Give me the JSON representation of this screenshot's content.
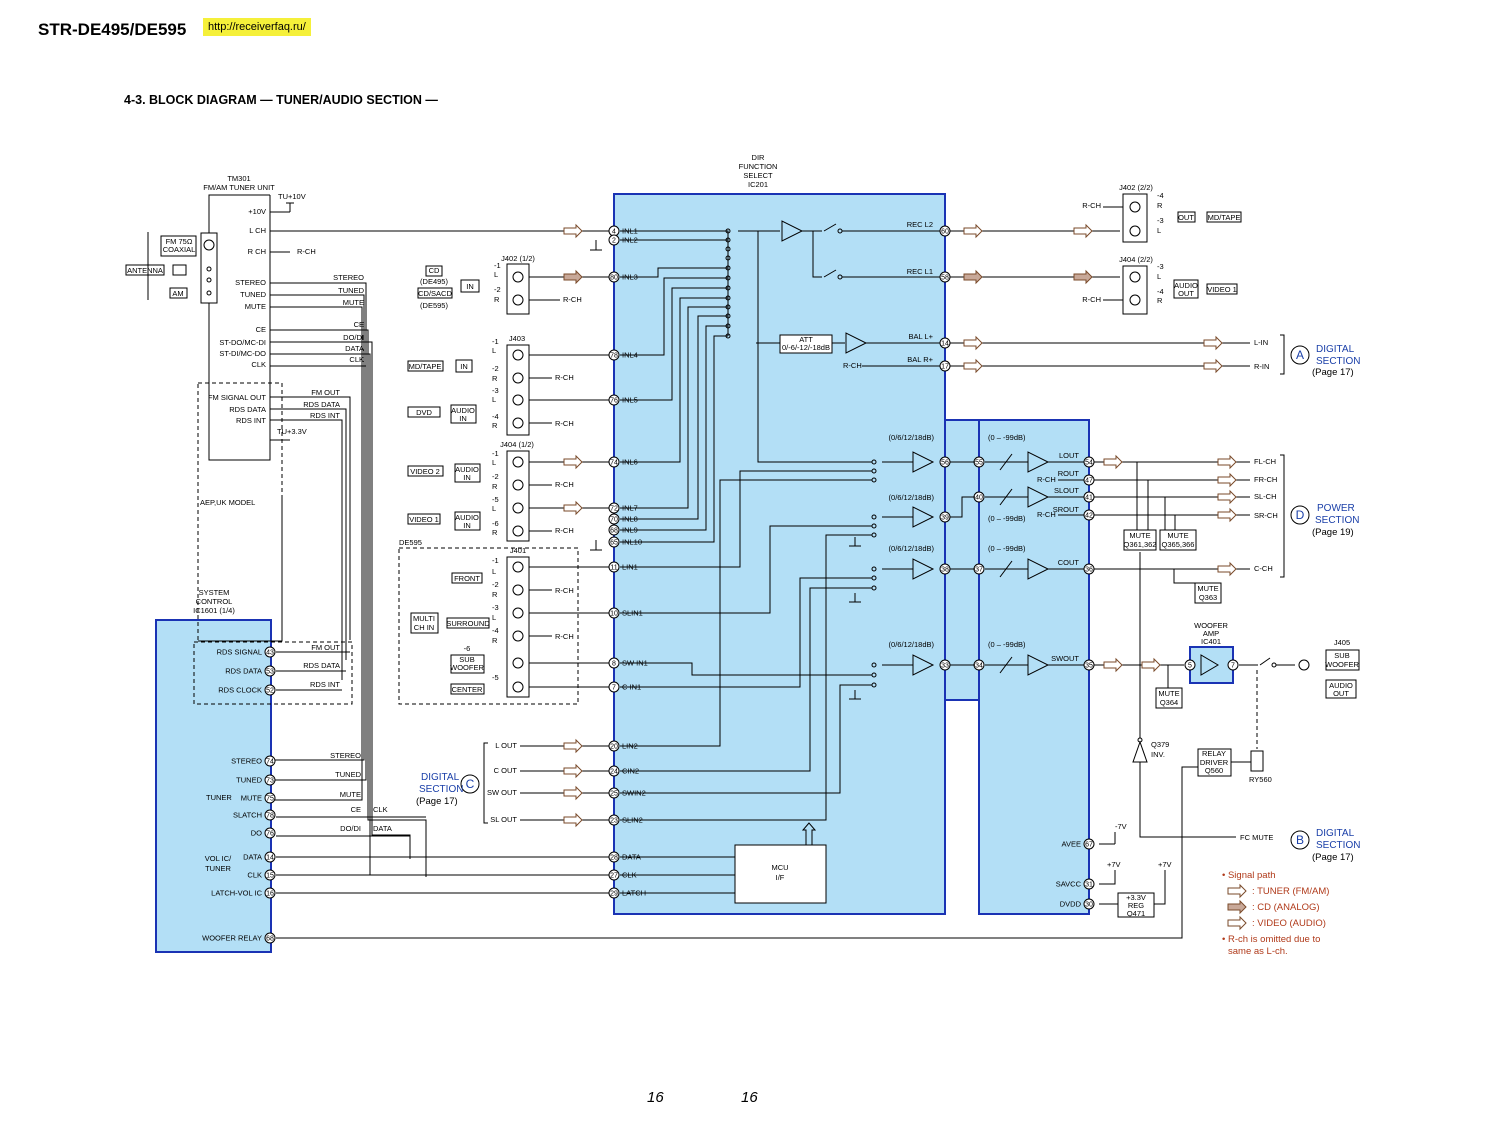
{
  "header": {
    "model": "STR-DE495/DE595",
    "url": "http://receiverfaq.ru/"
  },
  "section_title": "4-3. BLOCK DIAGRAM — TUNER/AUDIO SECTION —",
  "page_numbers": [
    "16",
    "16"
  ],
  "tuner_unit": {
    "title": [
      "TM301",
      "FM/AM TUNER UNIT"
    ],
    "pins": [
      "+10V",
      "L CH",
      "R CH",
      "STEREO",
      "TUNED",
      "MUTE",
      "CE",
      "ST-DO/MC-DI",
      "ST-DI/MC-DO",
      "CLK",
      "FM SIGNAL OUT",
      "RDS DATA",
      "RDS INT"
    ],
    "tu10v": "TU+10V",
    "tu33v": "TU+3.3V",
    "aep_model": "AEP,UK MODEL",
    "antenna": "ANTENNA",
    "fm75": [
      "FM 75Ω",
      "COAXIAL"
    ],
    "am": "AM"
  },
  "dir_ic": {
    "title": [
      "DIR",
      "FUNCTION",
      "SELECT",
      "IC201"
    ]
  },
  "system_control": {
    "title": [
      "SYSTEM",
      "CONTROL",
      "IC1601 (1/4)"
    ],
    "pins": [
      {
        "label": "RDS SIGNAL",
        "num": "43"
      },
      {
        "label": "RDS DATA",
        "num": "53"
      },
      {
        "label": "RDS CLOCK",
        "num": "52"
      },
      {
        "label": "STEREO",
        "num": "74"
      },
      {
        "label": "TUNED",
        "num": "73"
      },
      {
        "label": "MUTE",
        "num": "75"
      },
      {
        "label": "SLATCH",
        "num": "78"
      },
      {
        "label": "DO",
        "num": "76"
      },
      {
        "label": "DATA",
        "num": "14"
      },
      {
        "label": "CLK",
        "num": "15"
      },
      {
        "label": "LATCH-VOL IC",
        "num": "16"
      },
      {
        "label": "WOOFER RELAY",
        "num": "68"
      }
    ],
    "group_tuner": "TUNER",
    "group_vol": [
      "VOL IC/",
      "TUNER"
    ]
  },
  "inputs": {
    "cd": [
      "CD",
      "(DE495)",
      "CD/SACD",
      "(DE595)"
    ],
    "md_tape": "MD/TAPE",
    "dvd": "DVD",
    "video2": "VIDEO 2",
    "video1": "VIDEO 1",
    "in": "IN",
    "audio_in": [
      "AUDIO",
      "IN"
    ],
    "j402": "J402 (1/2)",
    "j403": "J403",
    "j404": "J404 (1/2)",
    "j401": "J401",
    "de595": "DE595",
    "multi_ch_in": [
      "MULTI",
      "CH IN"
    ],
    "front": "FRONT",
    "surround": "SURROUND",
    "sub_woofer": [
      "SUB",
      "WOOFER"
    ],
    "center": "CENTER",
    "rch": "R-CH"
  },
  "dir_pins": [
    {
      "label": "INL1",
      "num": "4"
    },
    {
      "label": "INL2",
      "num": "2"
    },
    {
      "label": "INL3",
      "num": "80"
    },
    {
      "label": "INL4",
      "num": "78"
    },
    {
      "label": "INL5",
      "num": "76"
    },
    {
      "label": "INL6",
      "num": "74"
    },
    {
      "label": "INL7",
      "num": "72"
    },
    {
      "label": "INL8",
      "num": "70"
    },
    {
      "label": "INL9",
      "num": "68"
    },
    {
      "label": "INL10",
      "num": "65"
    },
    {
      "label": "LIN1",
      "num": "11"
    },
    {
      "label": "SLIN1",
      "num": "10"
    },
    {
      "label": "SW IN1",
      "num": "8"
    },
    {
      "label": "C IN1",
      "num": "7"
    },
    {
      "label": "LIN2",
      "num": "20"
    },
    {
      "label": "CIN2",
      "num": "24"
    },
    {
      "label": "SWIN2",
      "num": "25"
    },
    {
      "label": "SLIN2",
      "num": "23"
    },
    {
      "label": "DATA",
      "num": "28"
    },
    {
      "label": "CLK",
      "num": "27"
    },
    {
      "label": "LATCH",
      "num": "29"
    }
  ],
  "dir_right_pins": [
    {
      "label": "REC L2",
      "num": "60"
    },
    {
      "label": "REC L1",
      "num": "58"
    },
    {
      "label": "BAL L+",
      "num": "14"
    },
    {
      "label": "BAL R+",
      "num": "17"
    },
    {
      "label": "AVEE",
      "num": "67"
    },
    {
      "label": "SAVCC",
      "num": "31"
    },
    {
      "label": "DVDD",
      "num": "30"
    }
  ],
  "dir_inner": {
    "att": [
      "ATT",
      "0/-6/-12/-18dB"
    ],
    "gain": "(0/6/12/18dB)",
    "mcu": [
      "MCU",
      "I/F"
    ],
    "vol": "(0 – -99dB)"
  },
  "outputs": {
    "j402_22": "J402 (2/2)",
    "j404_22": "J404 (2/2)",
    "out": "OUT",
    "md_tape": "MD/TAPE",
    "audio_out": [
      "AUDIO",
      "OUT"
    ],
    "video1": "VIDEO 1",
    "lin": "L-IN",
    "rin": "R-IN",
    "lout": "LOUT",
    "rout": "ROUT",
    "slout": "SLOUT",
    "srout": "SROUT",
    "cout": "COUT",
    "swout": "SWOUT",
    "flch": "FL-CH",
    "frch": "FR-CH",
    "slch": "SL-CH",
    "srch": "SR-CH",
    "cch": "C-CH",
    "mute1": [
      "MUTE",
      "Q361,362"
    ],
    "mute2": [
      "MUTE",
      "Q365,366"
    ],
    "mute3": [
      "MUTE",
      "Q363"
    ],
    "mute4": [
      "MUTE",
      "Q364"
    ],
    "woofer_amp": [
      "WOOFER",
      "AMP",
      "IC401"
    ],
    "j405": "J405",
    "sub_woofer": [
      "SUB",
      "WOOFER"
    ],
    "q379": [
      "Q379",
      "INV."
    ],
    "relay": [
      "RELAY",
      "DRIVER",
      "Q560"
    ],
    "ry560": "RY560",
    "fc_mute": "FC MUTE",
    "reg": [
      "+3.3V",
      "REG",
      "Q471"
    ],
    "m7v": "-7V",
    "p7v": "+7V"
  },
  "section_refs": [
    {
      "letter": "A",
      "name": [
        "DIGITAL",
        "SECTION"
      ],
      "page": "(Page 17)"
    },
    {
      "letter": "D",
      "name": [
        "POWER",
        "SECTION"
      ],
      "page": "(Page 19)"
    },
    {
      "letter": "B",
      "name": [
        "DIGITAL",
        "SECTION"
      ],
      "page": "(Page 17)"
    },
    {
      "letter": "C",
      "name": [
        "DIGITAL",
        "SECTION"
      ],
      "page": "(Page 17)"
    }
  ],
  "digital_in": {
    "l_out": "L OUT",
    "c_out": "C OUT",
    "sw_out": "SW OUT",
    "sl_out": "SL OUT"
  },
  "legend": {
    "title": "• Signal path",
    "tuner": ": TUNER (FM/AM)",
    "cd": ": CD (ANALOG)",
    "video": ": VIDEO (AUDIO)",
    "note": [
      "• R-ch is omitted due to",
      "same as L-ch."
    ]
  },
  "colors": {
    "chip_fill": "#b3dff6",
    "chip_border": "#1a33b4",
    "section_blue": "#1a3fa8",
    "legend_red": "#b03a1a"
  }
}
